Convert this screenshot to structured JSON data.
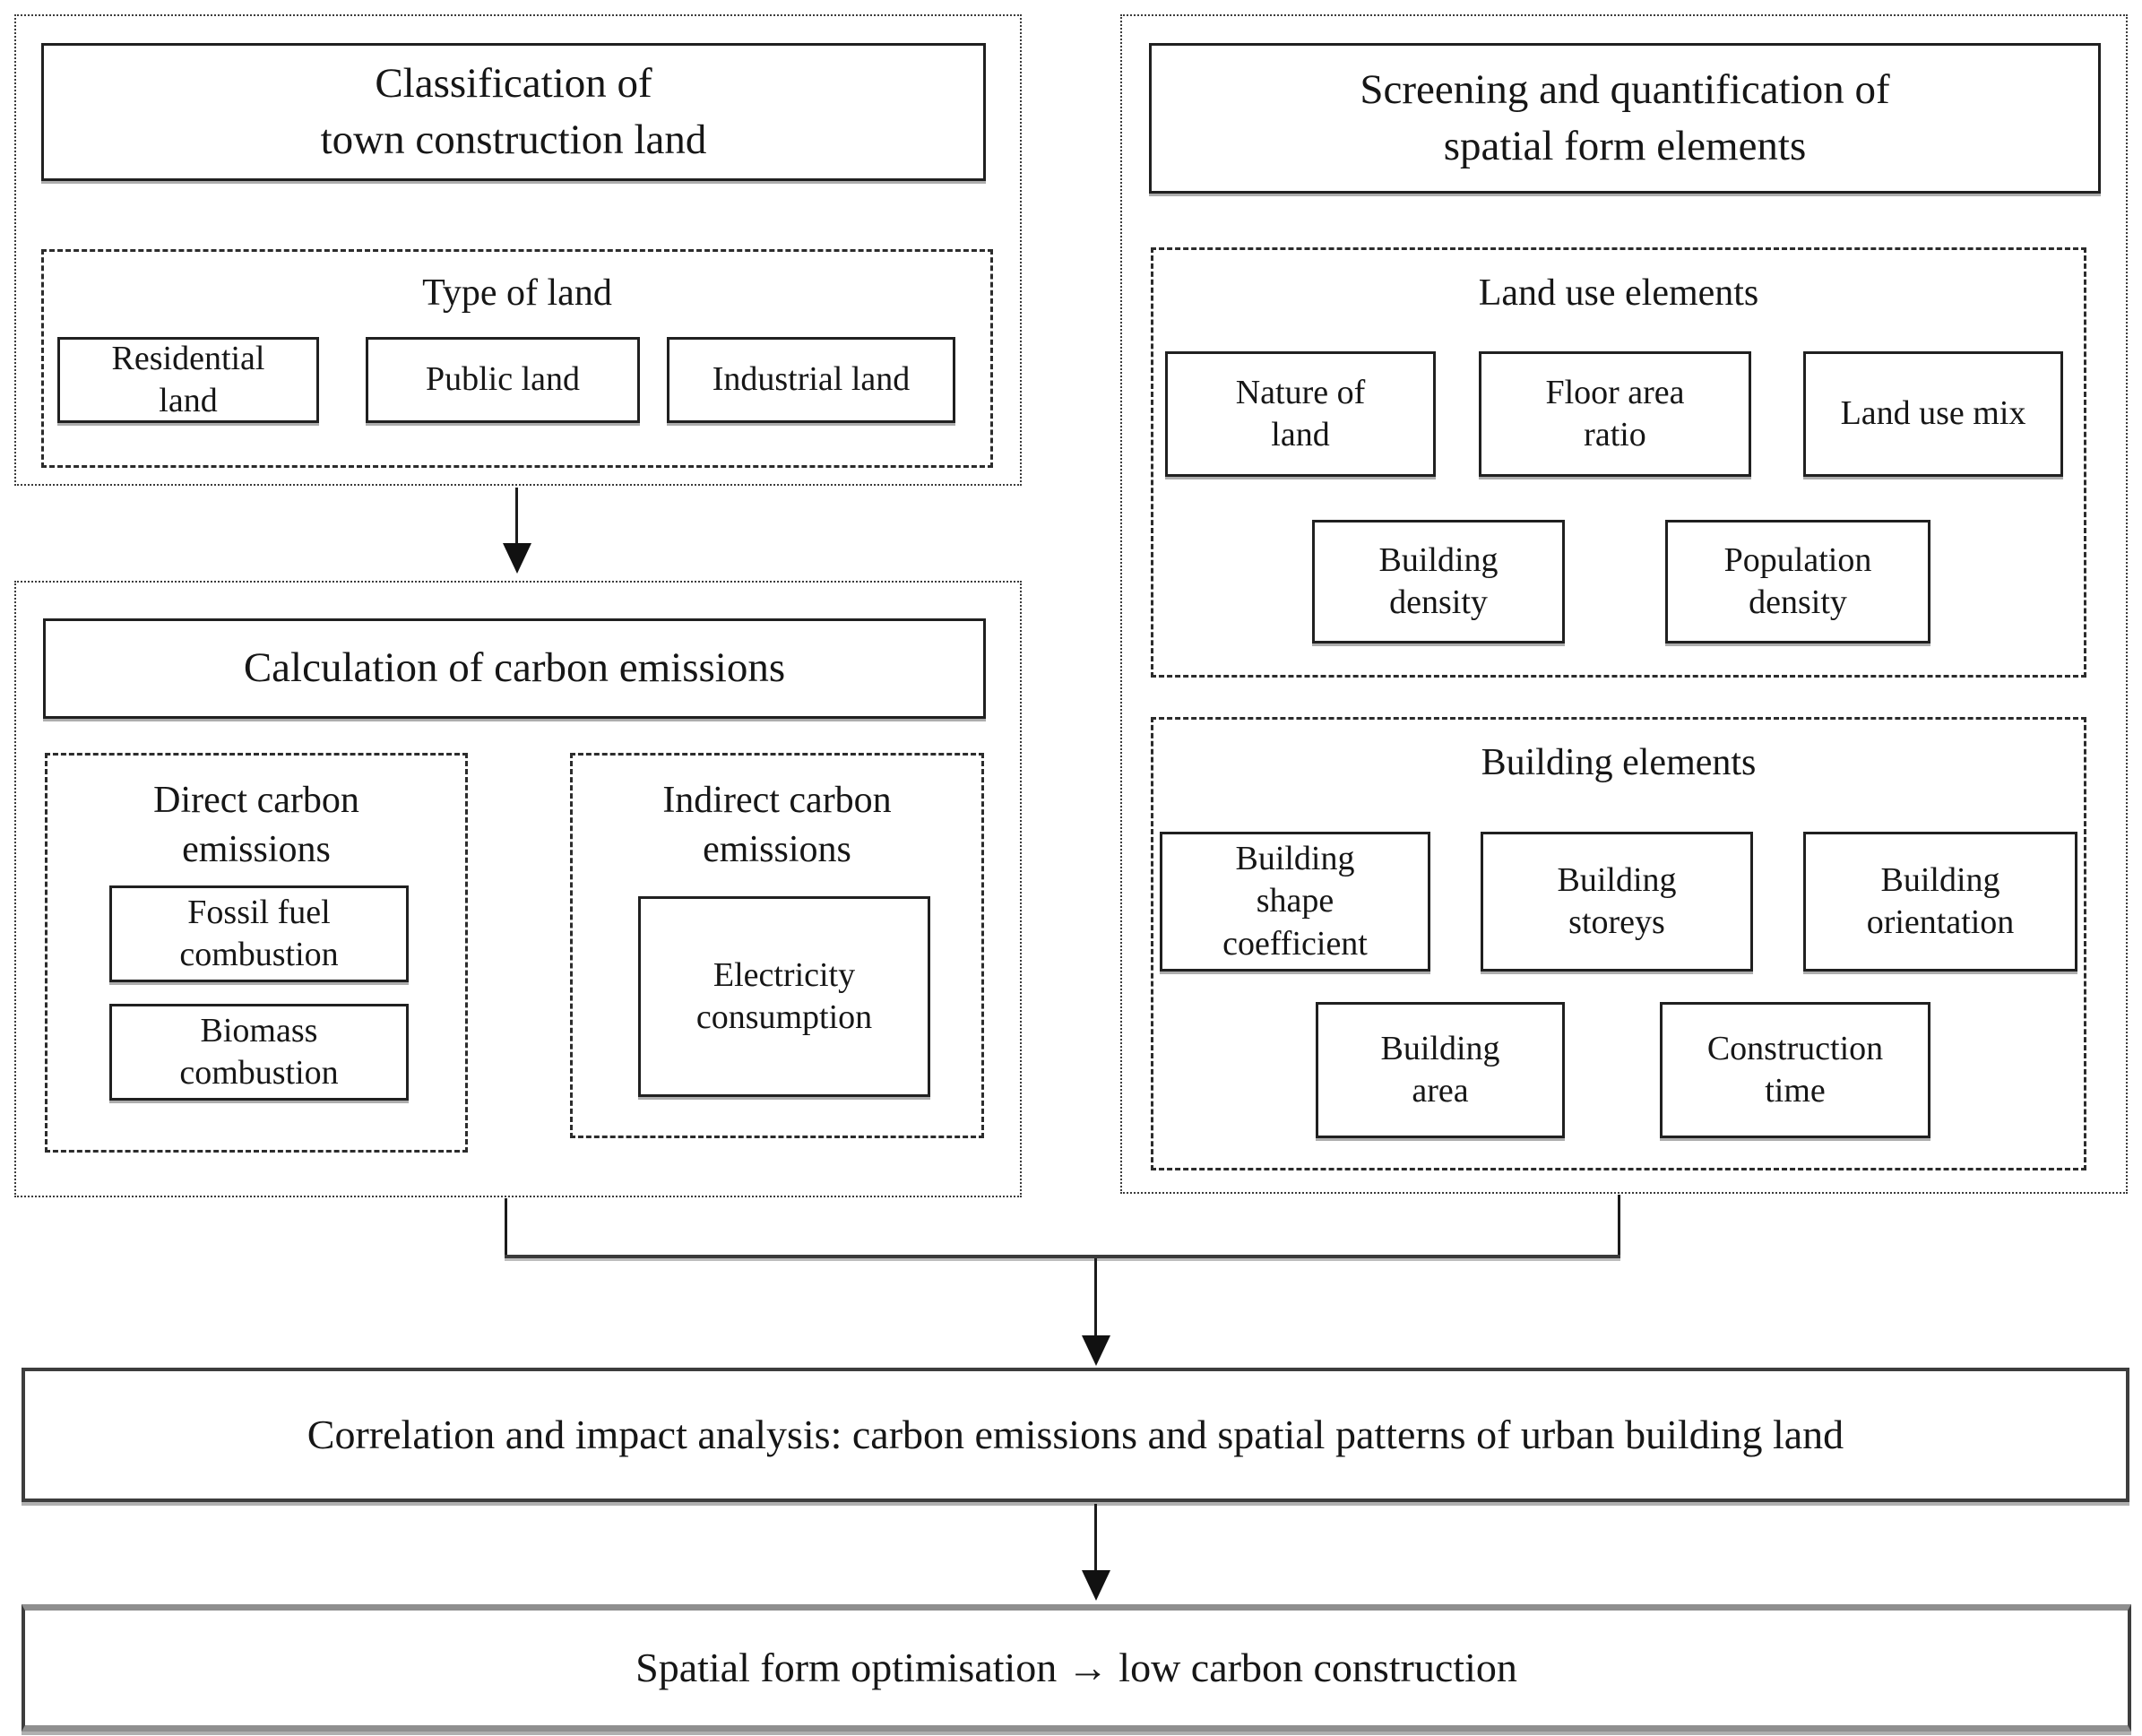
{
  "classification": {
    "title": "Classification of\ntown construction land",
    "type_of_land": {
      "label": "Type of land",
      "residential": "Residential\nland",
      "public": "Public land",
      "industrial": "Industrial land"
    }
  },
  "calculation": {
    "title": "Calculation of carbon emissions",
    "direct": {
      "label": "Direct carbon\nemissions",
      "fossil": "Fossil fuel\ncombustion",
      "biomass": "Biomass\ncombustion"
    },
    "indirect": {
      "label": "Indirect carbon\nemissions",
      "electricity": "Electricity\nconsumption"
    }
  },
  "screening": {
    "title": "Screening and quantification of\nspatial form elements",
    "land_use": {
      "label": "Land use elements",
      "nature": "Nature of\nland",
      "floor_area": "Floor area\nratio",
      "mix": "Land use mix",
      "building_density": "Building\ndensity",
      "population_density": "Population\ndensity"
    },
    "building": {
      "label": "Building elements",
      "shape": "Building\nshape\ncoefficient",
      "storeys": "Building\nstoreys",
      "orientation": "Building\norientation",
      "area": "Building\narea",
      "time": "Construction\ntime"
    }
  },
  "analysis": {
    "text": "Correlation and impact analysis: carbon emissions and spatial patterns of urban building land"
  },
  "outcome": {
    "text": "Spatial form optimisation → low  carbon construction"
  },
  "colors": {
    "ink": "#1f1f1f",
    "shadow": "#a8a8a8",
    "background": "#ffffff"
  }
}
